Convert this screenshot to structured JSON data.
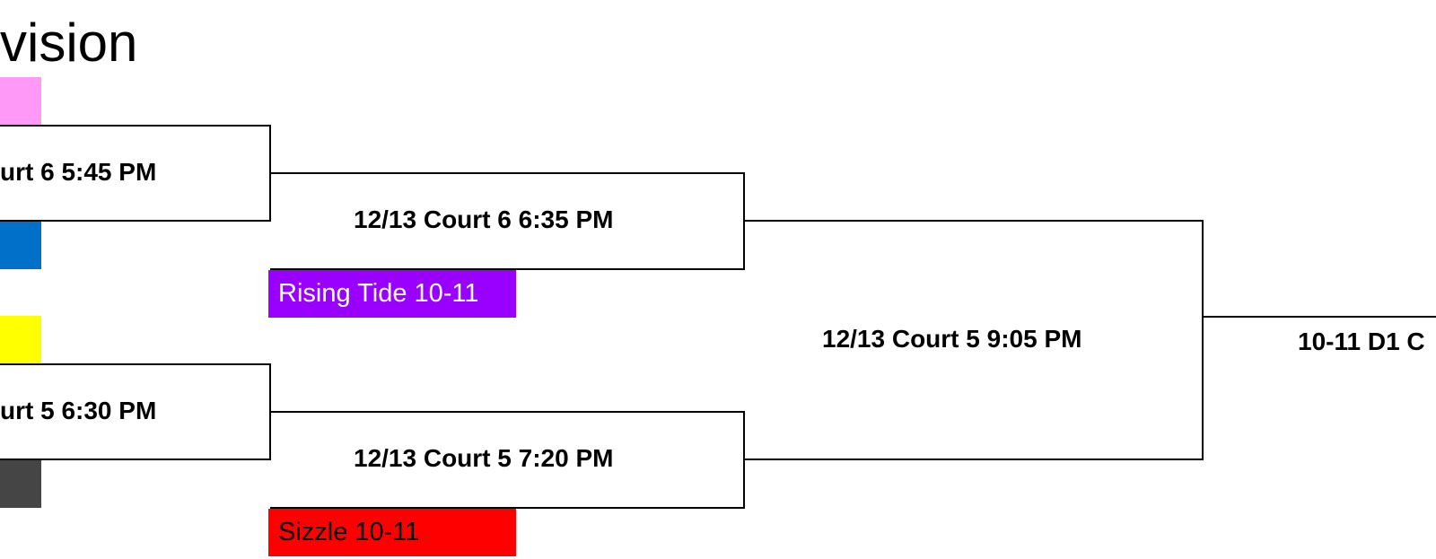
{
  "title": "vision",
  "colors": {
    "pink": "#ff99f7",
    "blue": "#0070c8",
    "yellow": "#ffff00",
    "gray": "#454545",
    "purple": "#9900ff",
    "red": "#ff0000",
    "purple_text": "#ffffff",
    "red_text": "#000000"
  },
  "teams": {
    "rising_tide": "Rising Tide 10-11",
    "sizzle": "Sizzle 10-11"
  },
  "matches": {
    "r1_top": "urt 6 5:45 PM",
    "r1_bottom": "urt 5 6:30 PM",
    "r2_top": "12/13 Court 6 6:35 PM",
    "r2_bottom": "12/13 Court 5 7:20 PM",
    "semi": "12/13 Court 5 9:05 PM",
    "final": "10-11 D1 C"
  }
}
